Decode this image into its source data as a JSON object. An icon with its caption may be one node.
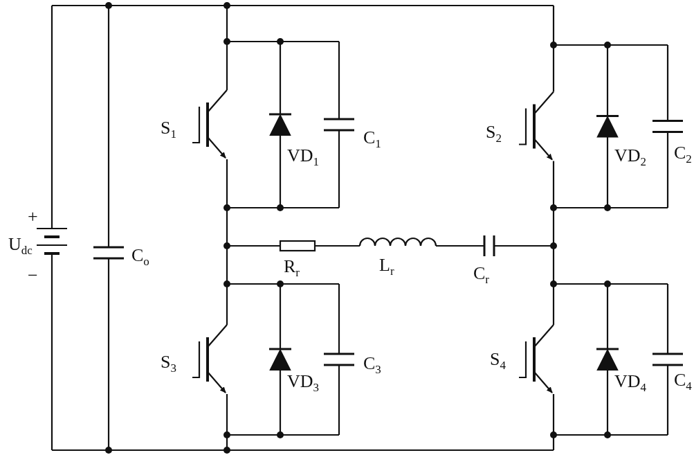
{
  "diagram": {
    "labels": [
      "S$_{1}$",
      "VD$_{1}$",
      "C$_{1}$",
      "S$_{2}$",
      "VD$_{2}$",
      "C$_{2}$",
      "+",
      "U$_{dc}$",
      "C$_{o}$",
      "−",
      "R$_{r}$",
      "L$_{r}$",
      "C$_{r}$",
      "S$_{3}$",
      "VD$_{3}$",
      "C$_{3}$",
      "S$_{4}$",
      "VD$_{4}$",
      "C$_{4}$"
    ]
  }
}
